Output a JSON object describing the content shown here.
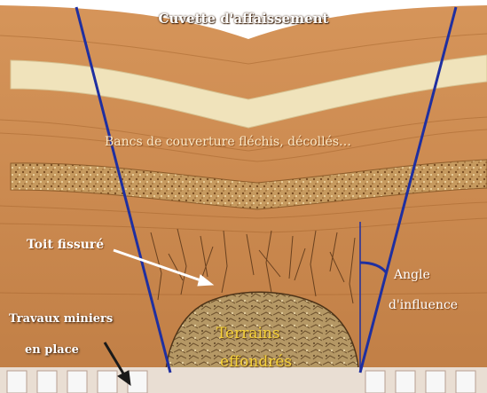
{
  "title": "Cuvette d'affaissement",
  "labels": {
    "bancs": "Bancs de couverture fléchis, décollés…",
    "toit": "Toit fissuré",
    "angle_line1": "Angle",
    "angle_line2": "d'influence",
    "travaux_line1": "Travaux miniers",
    "travaux_line2": "en place",
    "terrains_line1": "Terrains",
    "terrains_line2": "effondrés"
  },
  "colors": {
    "rock": "#c98a4e",
    "light_band": "#f2e6bf",
    "speckled_band": "#c79a5e",
    "influence_lines": "#1f2fa0",
    "arrows": "#ffffff",
    "collapsed_rock": "#b99a62",
    "mine_pillars": "#efefef"
  }
}
